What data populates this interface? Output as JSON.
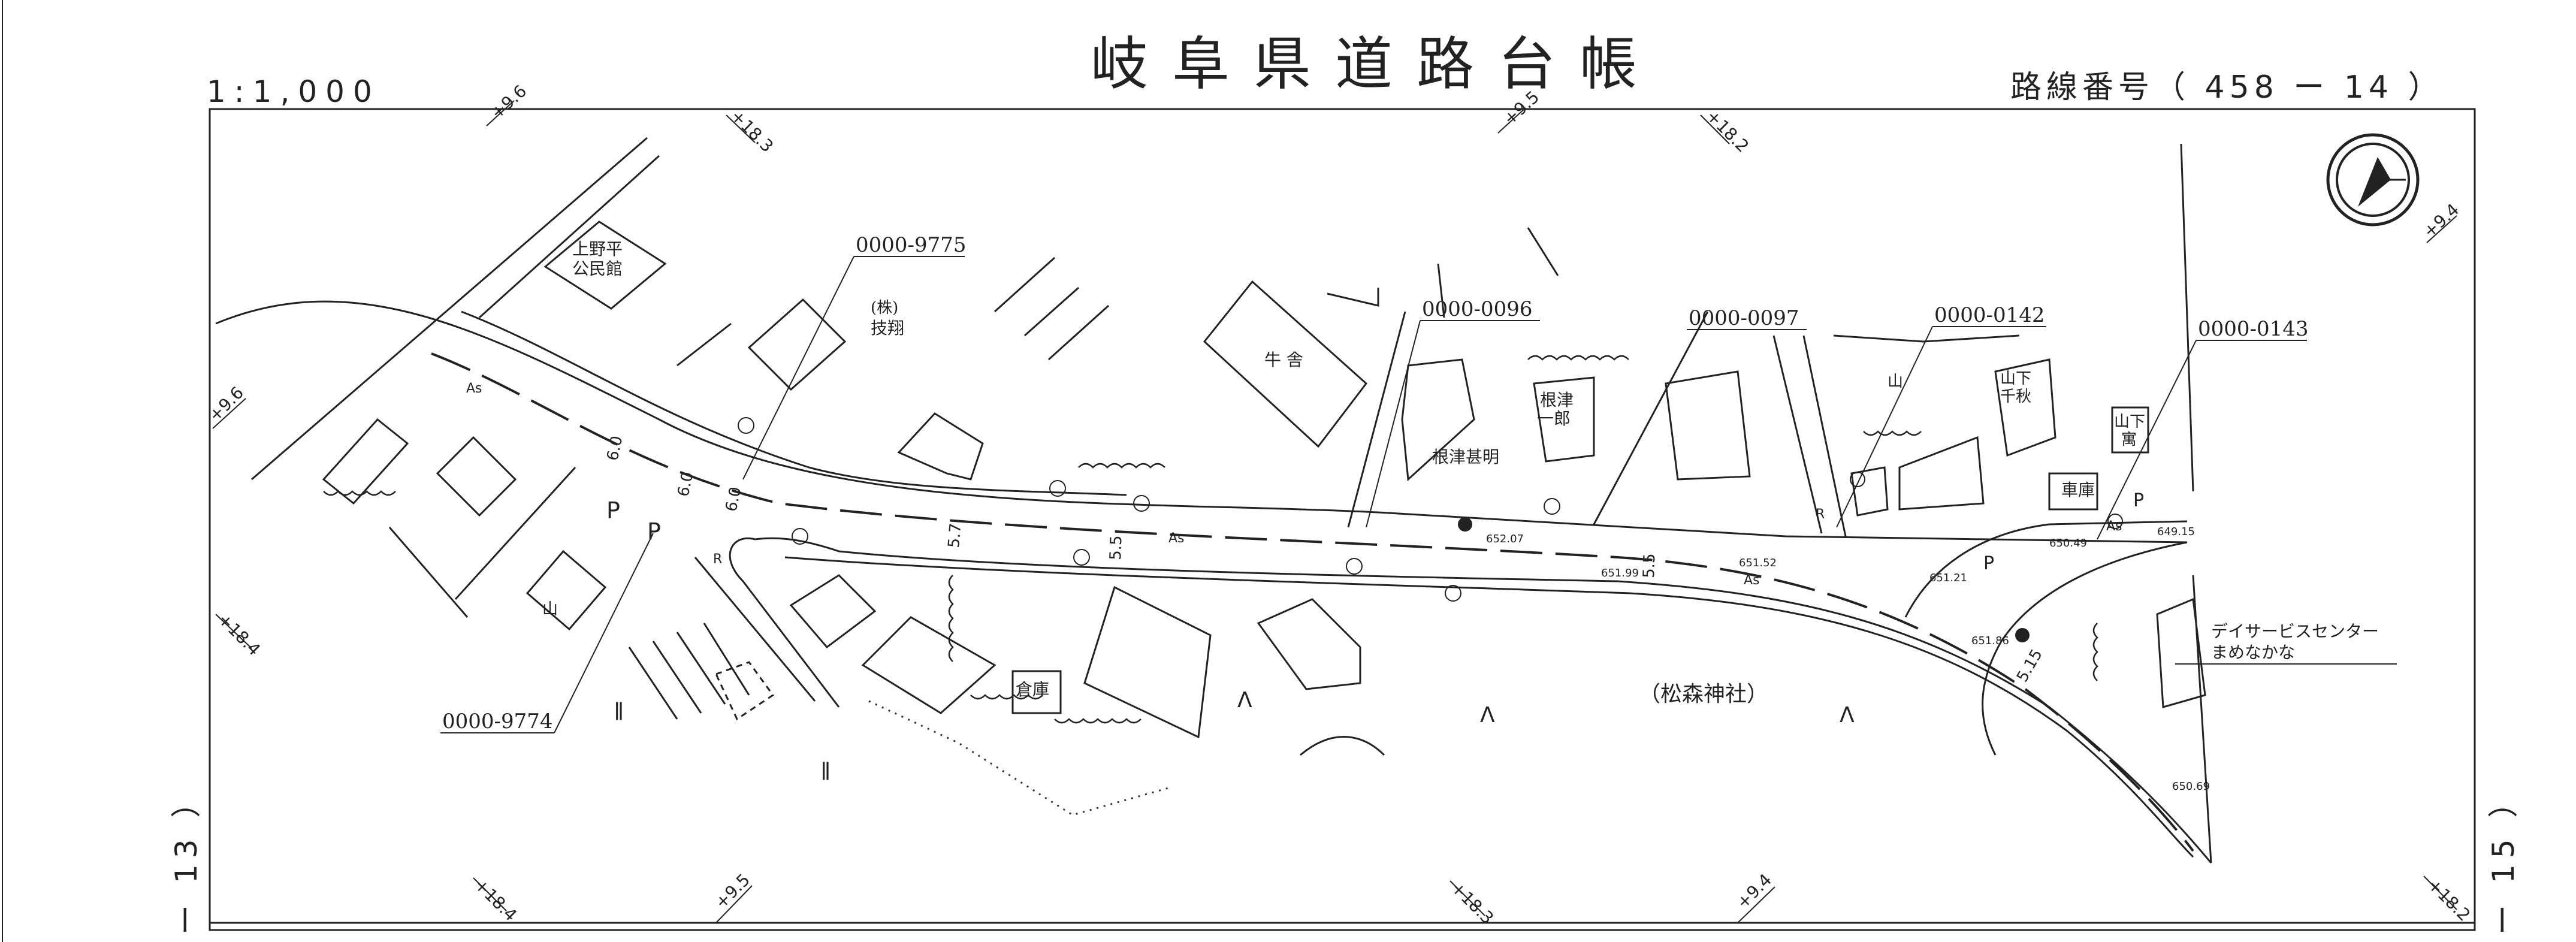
{
  "header": {
    "scale": "1:1,000",
    "title": "岐阜県道路台帳",
    "route": "路線番号（ 458 ー 14 ）"
  },
  "side_labels": {
    "left": "ー 13 ）",
    "right": "ー 15 ）"
  },
  "parcels": [
    {
      "key": "p1",
      "text": "0000-9775"
    },
    {
      "key": "p2",
      "text": "0000-0096"
    },
    {
      "key": "p3",
      "text": "0000-0097"
    },
    {
      "key": "p4",
      "text": "0000-0142"
    },
    {
      "key": "p5",
      "text": "0000-0143"
    },
    {
      "key": "p6",
      "text": "0000-9774"
    }
  ],
  "buildings": {
    "kominkan_1": "上野平",
    "kominkan_2": "公民館",
    "kabu": "(株)",
    "gisho": "技翔",
    "gyusha": "牛 舎",
    "nezu_1": "根津",
    "nezu_2": "一郎",
    "nezu_3": "根津甚明",
    "yamashita_1": "山下",
    "yamashita_2": "千秋",
    "yamashita_3": "山下",
    "yamashita_4": "寓",
    "shako": "車庫",
    "soko": "倉庫",
    "shrine": "（松森神社）",
    "day_1": "デイサービスセンター",
    "day_2": "まめなかな"
  },
  "road_marks": {
    "as": "As",
    "d60": "6.0",
    "d57": "5.7",
    "d55": "5.5",
    "d515": "5.15",
    "r": "R",
    "p": "P"
  },
  "spot_heights": {
    "h1": "652.07",
    "h2": "651.52",
    "h3": "651.99",
    "h4": "651.21",
    "h5": "650.49",
    "h6": "649.15",
    "h7": "651.86",
    "h8": "650.69"
  },
  "grid_ticks": {
    "a": "+9.6",
    "b": "+18.3",
    "c": "+9.5",
    "d": "+18.2",
    "e": "+9.4",
    "f": "+18.4"
  },
  "north_arrow": "north-arrow",
  "colors": {
    "ink": "#222222",
    "paper": "#ffffff"
  }
}
